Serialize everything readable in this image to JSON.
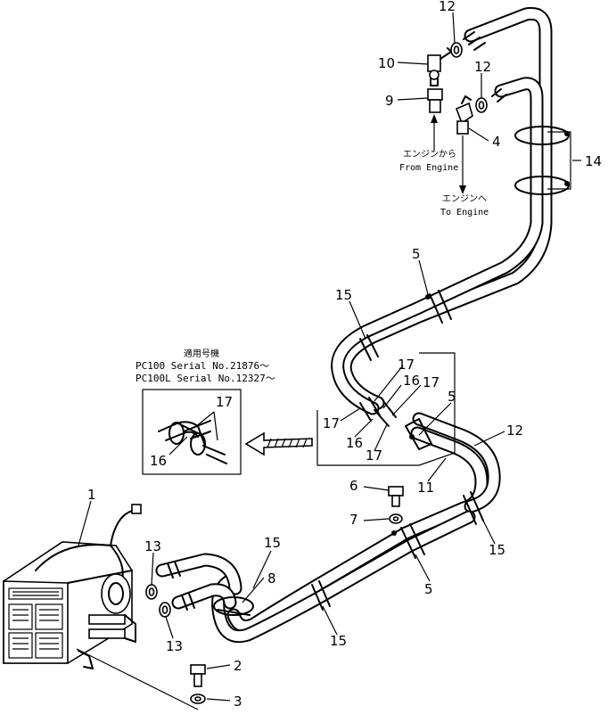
{
  "callouts": [
    {
      "id": "c1",
      "text": "1"
    },
    {
      "id": "c2",
      "text": "2"
    },
    {
      "id": "c3",
      "text": "3"
    },
    {
      "id": "c4",
      "text": "4"
    },
    {
      "id": "c5a",
      "text": "5"
    },
    {
      "id": "c5b",
      "text": "5"
    },
    {
      "id": "c5c",
      "text": "5"
    },
    {
      "id": "c6",
      "text": "6"
    },
    {
      "id": "c7",
      "text": "7"
    },
    {
      "id": "c8",
      "text": "8"
    },
    {
      "id": "c9",
      "text": "9"
    },
    {
      "id": "c10",
      "text": "10"
    },
    {
      "id": "c11",
      "text": "11"
    },
    {
      "id": "c12a",
      "text": "12"
    },
    {
      "id": "c12b",
      "text": "12"
    },
    {
      "id": "c12c",
      "text": "12"
    },
    {
      "id": "c13a",
      "text": "13"
    },
    {
      "id": "c13b",
      "text": "13"
    },
    {
      "id": "c14",
      "text": "14"
    },
    {
      "id": "c15a",
      "text": "15"
    },
    {
      "id": "c15b",
      "text": "15"
    },
    {
      "id": "c15c",
      "text": "15"
    },
    {
      "id": "c15d",
      "text": "15"
    },
    {
      "id": "c16a",
      "text": "16"
    },
    {
      "id": "c16b",
      "text": "16"
    },
    {
      "id": "c16c",
      "text": "16"
    },
    {
      "id": "c17a",
      "text": "17"
    },
    {
      "id": "c17b",
      "text": "17"
    },
    {
      "id": "c17c",
      "text": "17"
    },
    {
      "id": "c17d",
      "text": "17"
    },
    {
      "id": "c17e",
      "text": "17"
    }
  ],
  "notes": {
    "from_engine_jp": "エンジンから",
    "from_engine_en": "From Engine",
    "to_engine_jp": "エンジンへ",
    "to_engine_en": "To Engine",
    "serial_heading": "適用号機",
    "serial_pc100": "PC100   Serial No.21876～",
    "serial_pc100l": "PC100L Serial No.12327～"
  },
  "icons": [
    "heater-unit-icon",
    "drain-cock-icon",
    "hollow-arrow-icon"
  ]
}
